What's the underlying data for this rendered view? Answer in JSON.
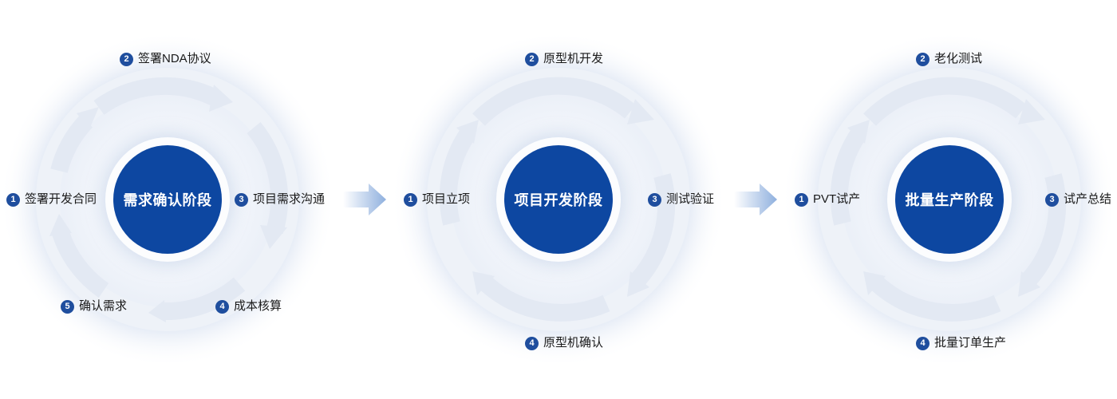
{
  "stages": [
    {
      "title": "需求确认阶段",
      "steps": [
        {
          "num": "1",
          "label": "签署开发合同"
        },
        {
          "num": "2",
          "label": "签署NDA协议"
        },
        {
          "num": "3",
          "label": "项目需求沟通"
        },
        {
          "num": "4",
          "label": "成本核算"
        },
        {
          "num": "5",
          "label": "确认需求"
        }
      ]
    },
    {
      "title": "项目开发阶段",
      "steps": [
        {
          "num": "1",
          "label": "项目立项"
        },
        {
          "num": "2",
          "label": "原型机开发"
        },
        {
          "num": "3",
          "label": "测试验证"
        },
        {
          "num": "4",
          "label": "原型机确认"
        }
      ]
    },
    {
      "title": "批量生产阶段",
      "steps": [
        {
          "num": "1",
          "label": "PVT试产"
        },
        {
          "num": "2",
          "label": "老化测试"
        },
        {
          "num": "3",
          "label": "试产总结"
        },
        {
          "num": "4",
          "label": "批量订单生产"
        }
      ]
    }
  ],
  "colors": {
    "primary": "#0d47a1",
    "badge": "#1f4e9e",
    "halo": "#dfe6f3",
    "arrow": "#8fb0de"
  }
}
